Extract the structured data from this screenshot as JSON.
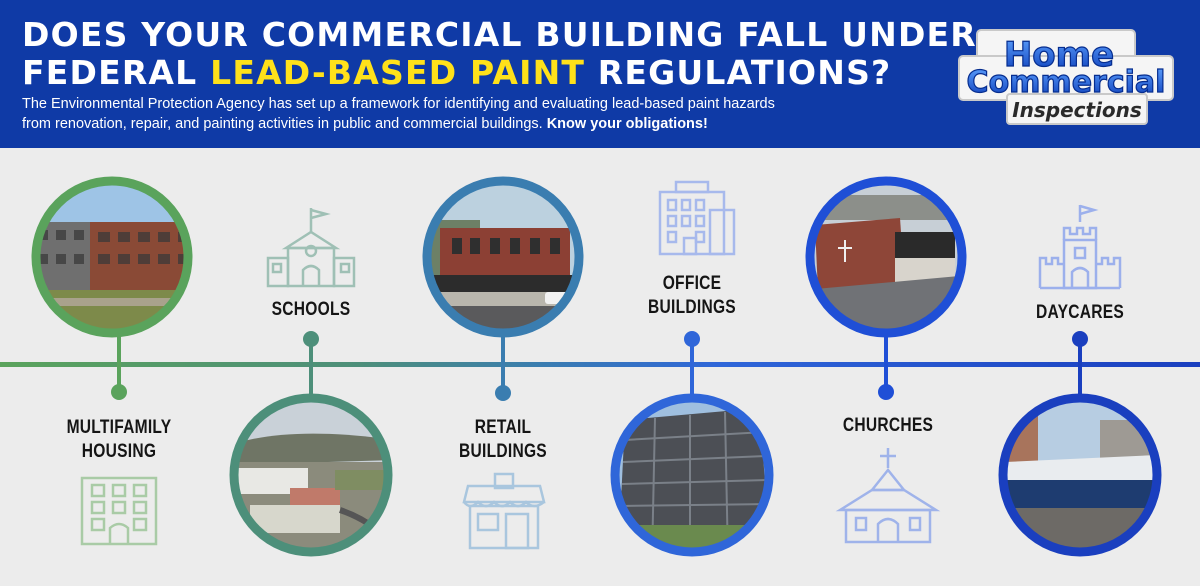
{
  "header": {
    "title_line1": "Does your commercial building fall under",
    "title_line2_prefix": "federal ",
    "title_line2_highlight": "lead-based paint",
    "title_line2_suffix": " regulations?",
    "description_line1": "The Environmental Protection Agency has set up a framework for identifying and evaluating lead-based paint hazards",
    "description_line2": "from renovation, repair, and painting activities in public and commercial buildings. ",
    "description_bold": "Know your obligations!"
  },
  "logo": {
    "word1": "Home",
    "word2": "Commercial",
    "word3": "Inspections"
  },
  "categories": [
    {
      "line1": "MULTIFAMILY",
      "line2": "HOUSING",
      "photo": "apartment-building-photo",
      "icon": "apartment-icon"
    },
    {
      "line1": "SCHOOLS",
      "line2": "",
      "photo": "school-aerial-photo",
      "icon": "school-icon"
    },
    {
      "line1": "RETAIL",
      "line2": "BUILDINGS",
      "photo": "storefront-street-photo",
      "icon": "store-icon"
    },
    {
      "line1": "OFFICE",
      "line2": "BUILDINGS",
      "photo": "office-tower-photo",
      "icon": "office-building-icon"
    },
    {
      "line1": "CHURCHES",
      "line2": "",
      "photo": "church-aerial-photo",
      "icon": "church-icon"
    },
    {
      "line1": "DAYCARES",
      "line2": "",
      "photo": "daycare-building-photo",
      "icon": "castle-icon"
    }
  ],
  "colors": {
    "header_bg": "#0f3aa6",
    "highlight": "#ffe11a",
    "green": "#5aa35c",
    "teal": "#4d8f7a",
    "steel_blue": "#3a7db0",
    "blue": "#2f66d9",
    "royal_blue": "#1f4fd6",
    "navy": "#1a3fbf"
  }
}
